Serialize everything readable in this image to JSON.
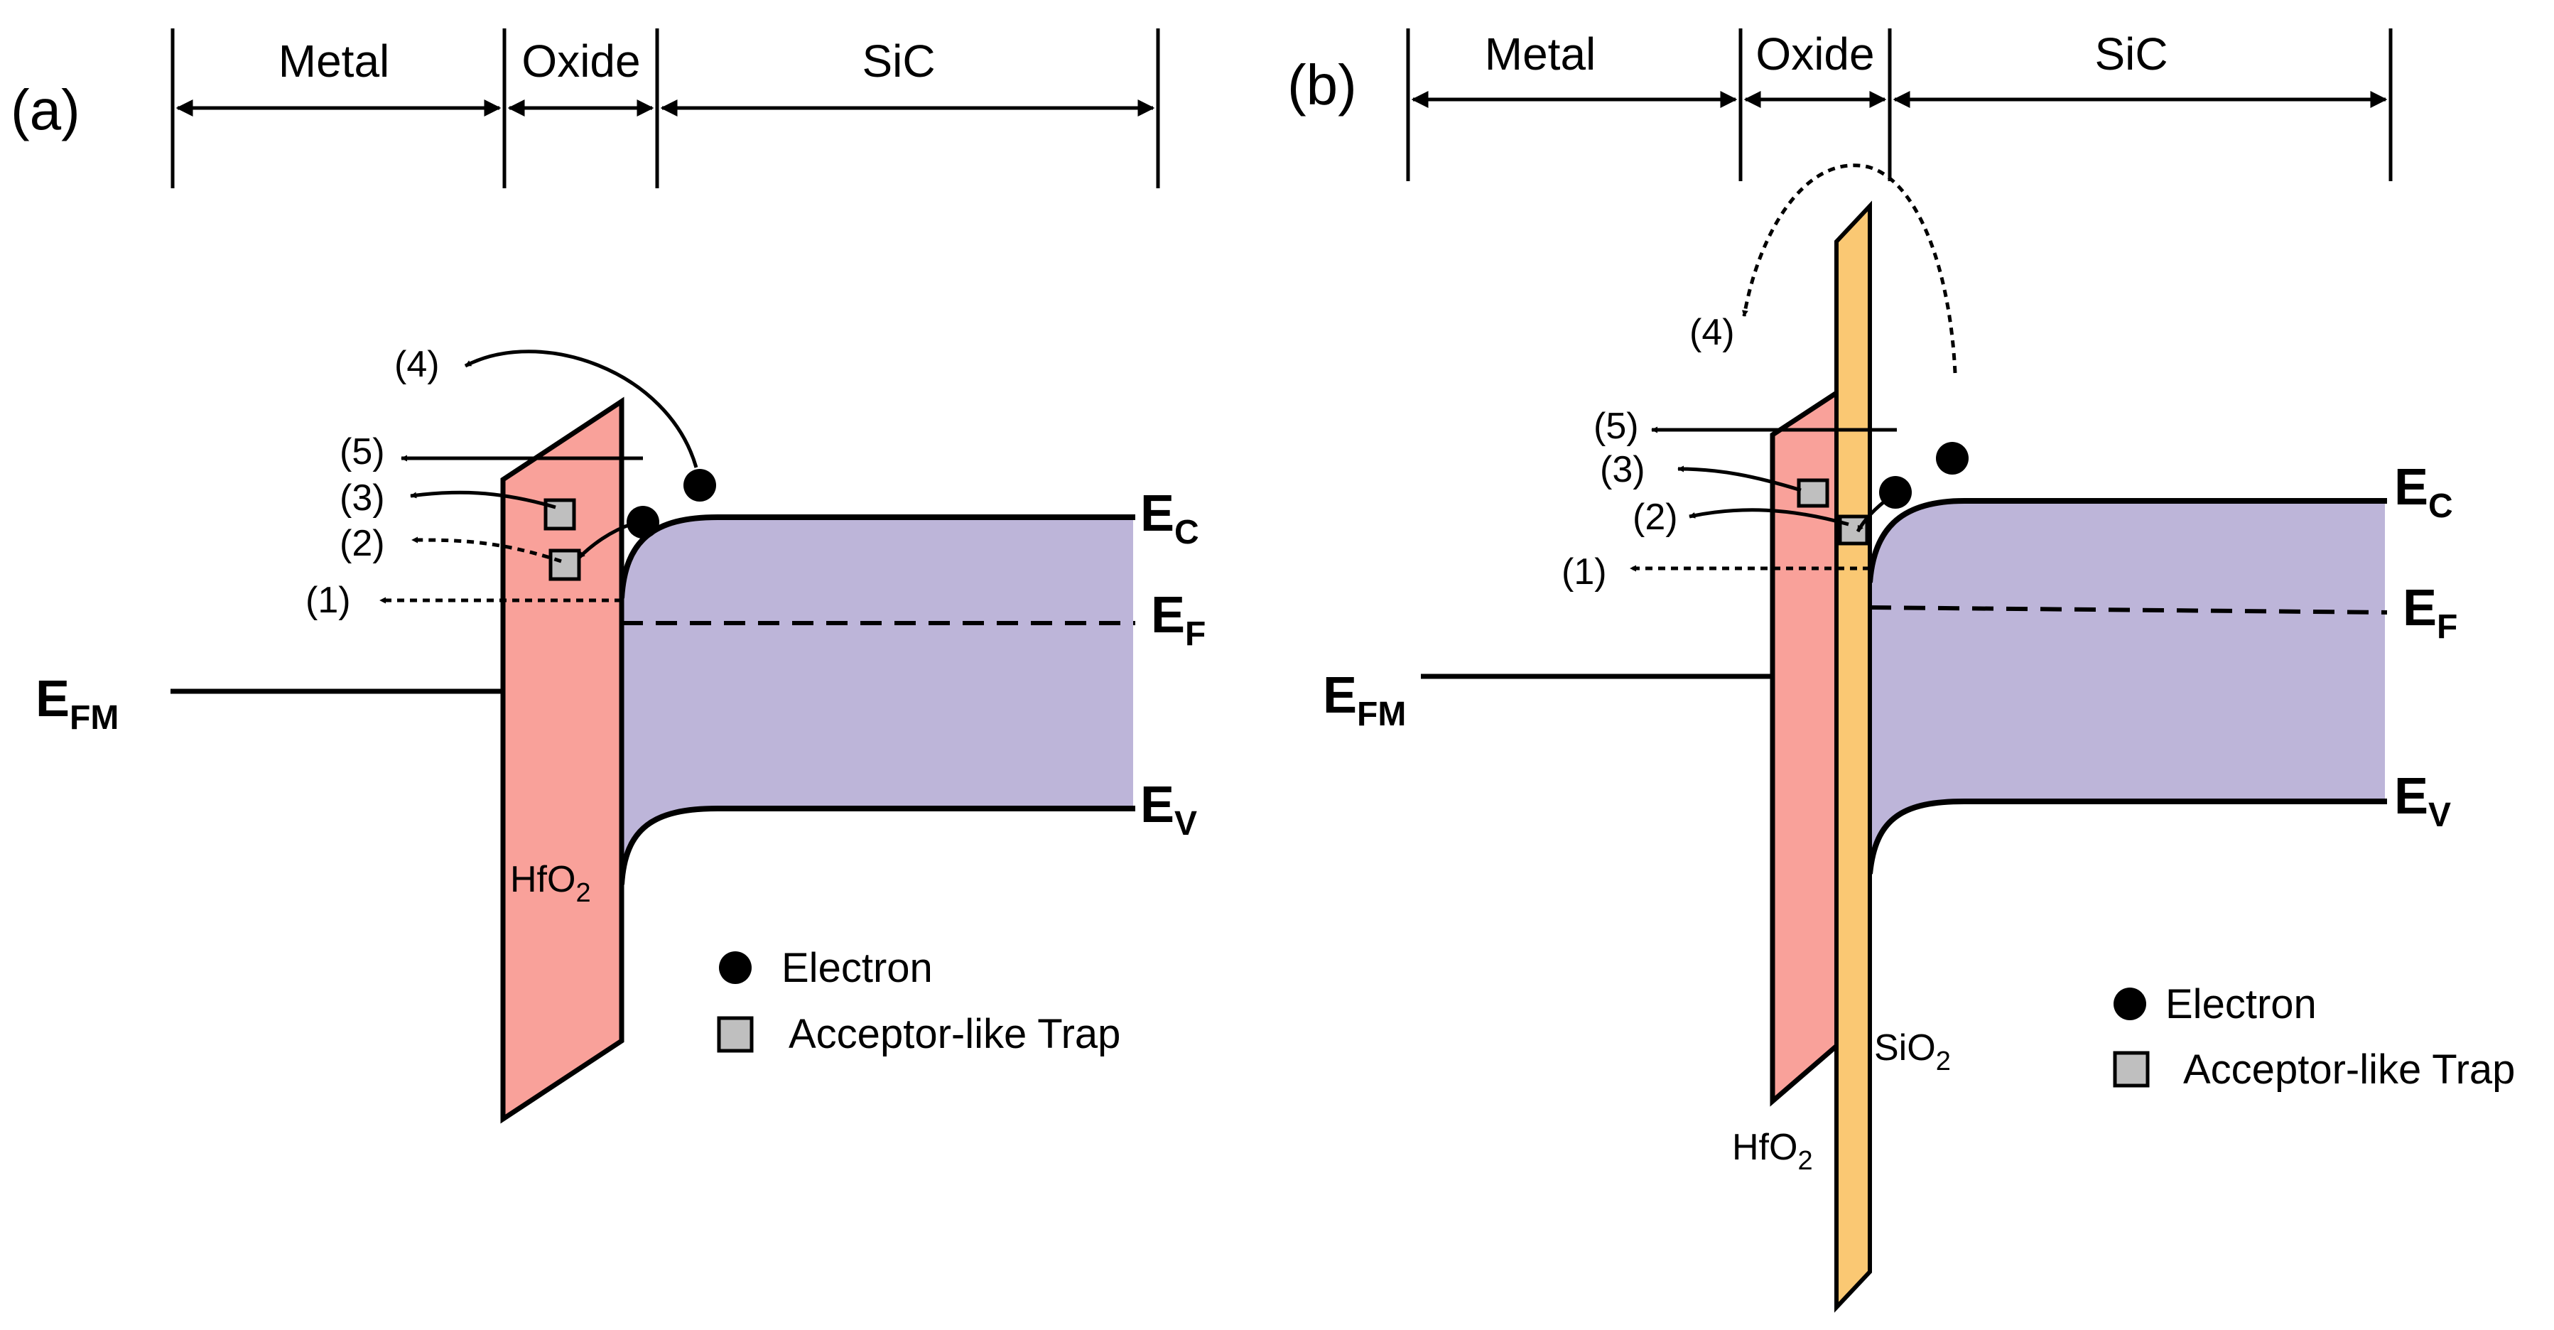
{
  "colors": {
    "hfo2_fill": "#F9A19A",
    "sio2_fill": "#FAC873",
    "sic_band_fill": "#BDB5D9",
    "trap_fill": "#BFBFBF",
    "stroke": "#000000"
  },
  "panels": [
    {
      "label": "(a)",
      "regions": {
        "metal": "Metal",
        "oxide": "Oxide",
        "sic": "SiC"
      },
      "materials": {
        "hfo2_main": "HfO",
        "hfo2_sub": "2"
      },
      "bands": {
        "ec_main": "E",
        "ec_sub": "C",
        "ef_main": "E",
        "ef_sub": "F",
        "ev_main": "E",
        "ev_sub": "V",
        "efm_main": "E",
        "efm_sub": "FM"
      },
      "paths": [
        "(1)",
        "(2)",
        "(3)",
        "(4)",
        "(5)"
      ],
      "legend": {
        "electron": "Electron",
        "trap": "Acceptor-like Trap"
      }
    },
    {
      "label": "(b)",
      "regions": {
        "metal": "Metal",
        "oxide": "Oxide",
        "sic": "SiC"
      },
      "materials": {
        "hfo2_main": "HfO",
        "hfo2_sub": "2",
        "sio2_main": "SiO",
        "sio2_sub": "2"
      },
      "bands": {
        "ec_main": "E",
        "ec_sub": "C",
        "ef_main": "E",
        "ef_sub": "F",
        "ev_main": "E",
        "ev_sub": "V",
        "efm_main": "E",
        "efm_sub": "FM"
      },
      "paths": [
        "(1)",
        "(2)",
        "(3)",
        "(4)",
        "(5)"
      ],
      "legend": {
        "electron": "Electron",
        "trap": "Acceptor-like Trap"
      }
    }
  ]
}
